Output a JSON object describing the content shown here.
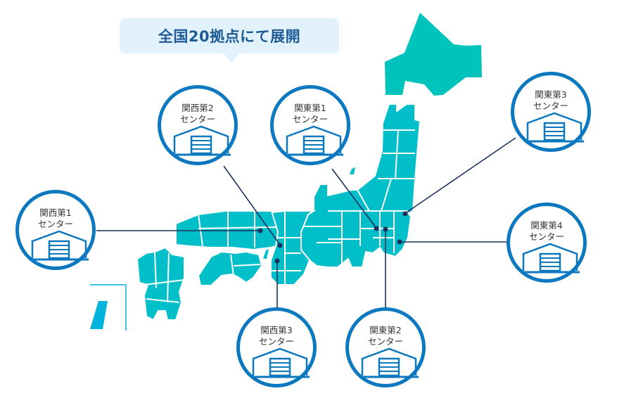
{
  "headline": "全国20拠点にて展開",
  "colors": {
    "map_main": "#00bfc8",
    "hokkaido": "#00c4bb",
    "okinawa": "#00b4dc",
    "circle_border": "#0b78bf",
    "connector": "#1c2f5e",
    "bubble_bg": "#e1f2fc",
    "headline_text": "#1f5c96"
  },
  "centers": [
    {
      "id": "kansai-2",
      "line1": "関西第2",
      "line2": "センター",
      "icon": "warehouse-icon"
    },
    {
      "id": "kanto-1",
      "line1": "関東第1",
      "line2": "センター",
      "icon": "warehouse-icon"
    },
    {
      "id": "kanto-3",
      "line1": "関東第3",
      "line2": "センター",
      "icon": "warehouse-icon"
    },
    {
      "id": "kansai-1",
      "line1": "関西第1",
      "line2": "センター",
      "icon": "warehouse-icon"
    },
    {
      "id": "kanto-4",
      "line1": "関東第4",
      "line2": "センター",
      "icon": "warehouse-icon"
    },
    {
      "id": "kansai-3",
      "line1": "関西第3",
      "line2": "センター",
      "icon": "warehouse-icon"
    },
    {
      "id": "kanto-2",
      "line1": "関東第2",
      "line2": "センター",
      "icon": "warehouse-icon"
    }
  ]
}
